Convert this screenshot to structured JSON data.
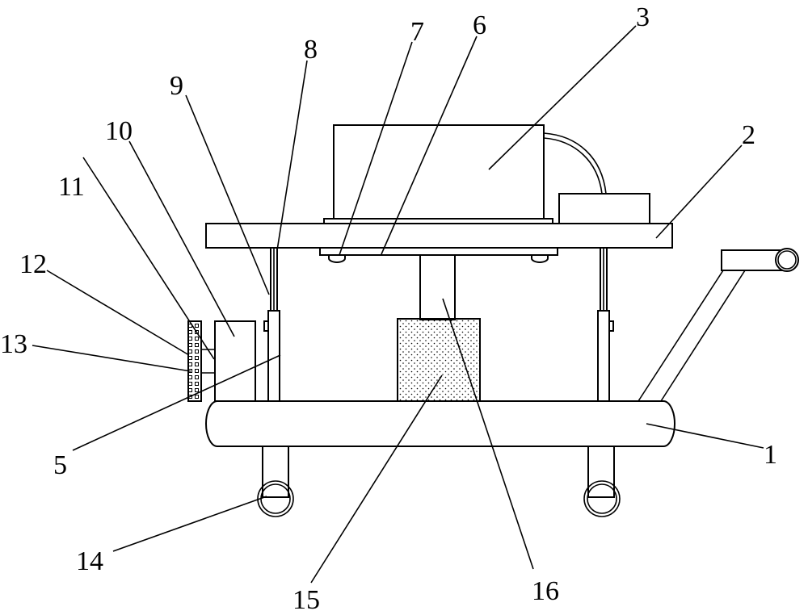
{
  "labels": {
    "l1": "1",
    "l2": "2",
    "l3": "3",
    "l5": "5",
    "l6": "6",
    "l7": "7",
    "l8": "8",
    "l9": "9",
    "l10": "10",
    "l11": "11",
    "l12": "12",
    "l13": "13",
    "l14": "14",
    "l15": "15",
    "l16": "16"
  }
}
